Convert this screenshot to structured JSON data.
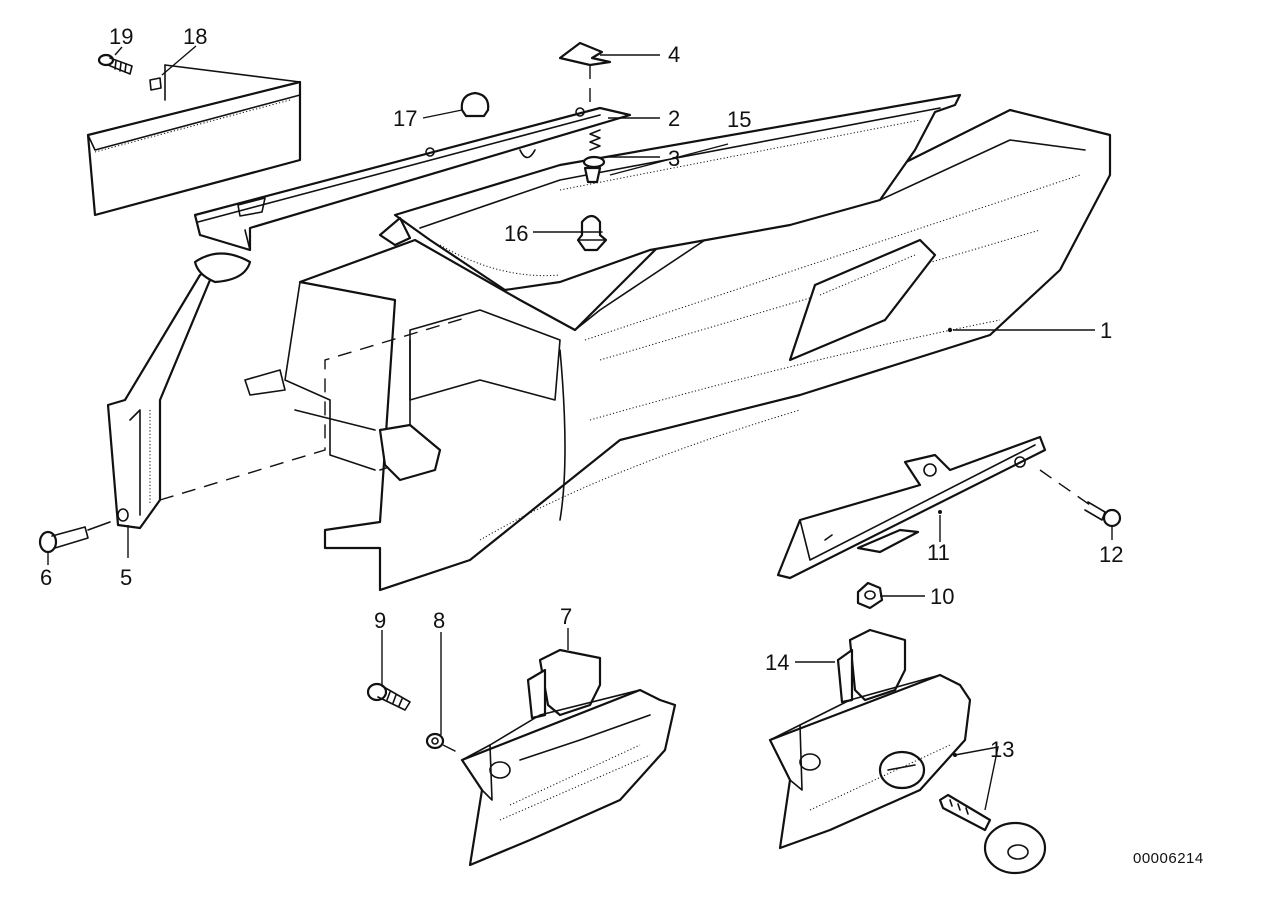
{
  "diagram": {
    "reference_number": "00006214",
    "callouts": [
      "1",
      "2",
      "3",
      "4",
      "5",
      "6",
      "7",
      "8",
      "9",
      "10",
      "11",
      "12",
      "13",
      "14",
      "15",
      "16",
      "17",
      "18",
      "19"
    ]
  },
  "colors": {
    "ink": "#111111",
    "paper": "#ffffff"
  },
  "icons": [
    "screw-icon",
    "clip-nut-icon",
    "spring-icon",
    "cap-nut-icon",
    "key-icon",
    "rivet-icon"
  ]
}
